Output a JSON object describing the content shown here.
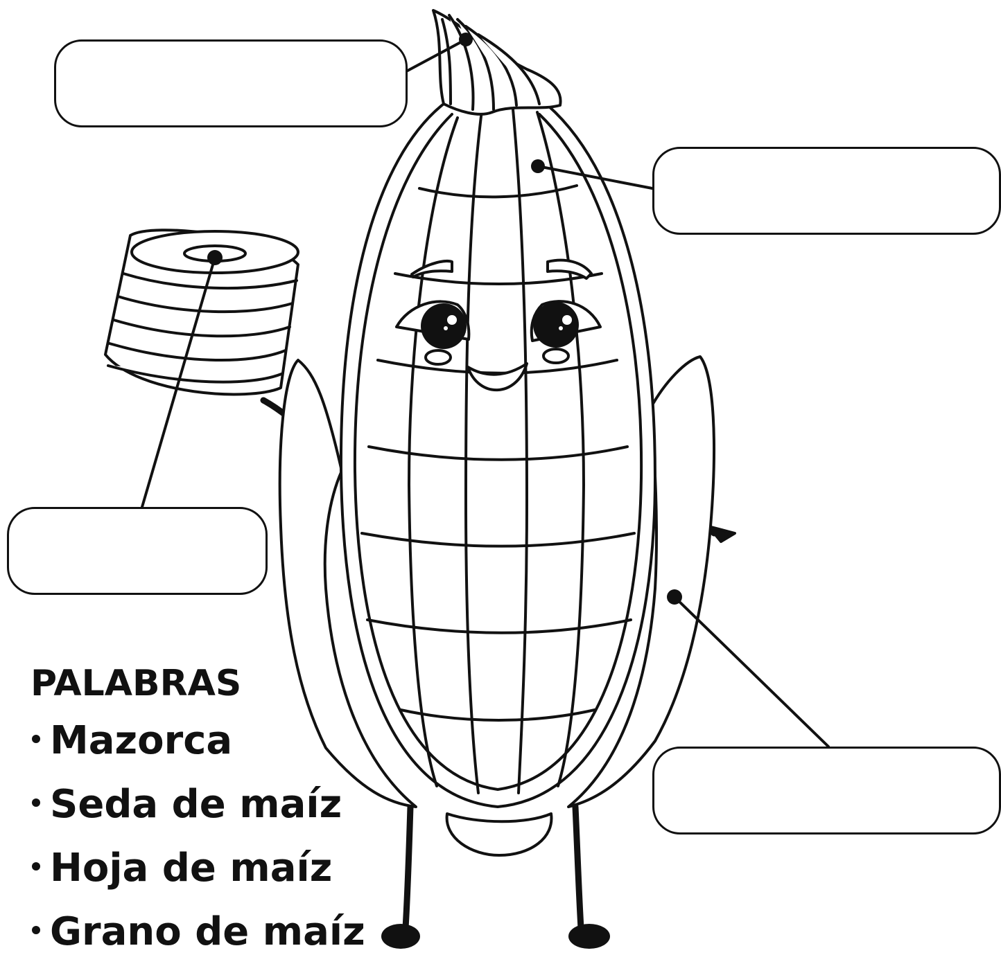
{
  "worksheet": {
    "words_title": "PALABRAS",
    "words": [
      "Mazorca",
      "Seda de maíz",
      "Hoja de maíz",
      "Grano de maíz"
    ],
    "label_boxes": [
      {
        "id": "top-left",
        "text": ""
      },
      {
        "id": "right-top",
        "text": ""
      },
      {
        "id": "left-mid",
        "text": ""
      },
      {
        "id": "right-bottom",
        "text": ""
      }
    ]
  }
}
